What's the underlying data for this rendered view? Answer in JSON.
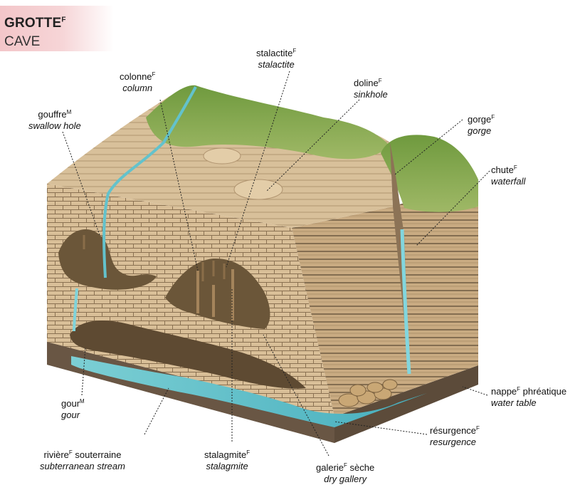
{
  "title": {
    "fr": "GROTTE",
    "gender": "F",
    "en": "CAVE"
  },
  "labels": {
    "stalactite": {
      "fr": "stalactite",
      "g": "F",
      "en": "stalactite"
    },
    "colonne": {
      "fr": "colonne",
      "g": "F",
      "en": "column"
    },
    "doline": {
      "fr": "doline",
      "g": "F",
      "en": "sinkhole"
    },
    "gouffre": {
      "fr": "gouffre",
      "g": "M",
      "en": "swallow hole"
    },
    "gorge": {
      "fr": "gorge",
      "g": "F",
      "en": "gorge"
    },
    "chute": {
      "fr": "chute",
      "g": "F",
      "en": "waterfall"
    },
    "nappe": {
      "fr": "nappe",
      "g": "F",
      "fr2": " phréatique",
      "en": "water table"
    },
    "gour": {
      "fr": "gour",
      "g": "M",
      "en": "gour"
    },
    "resurgence": {
      "fr": "résurgence",
      "g": "F",
      "en": "resurgence"
    },
    "riviere": {
      "fr": "rivière",
      "g": "F",
      "fr2": " souterraine",
      "en": "subterranean stream"
    },
    "stalagmite": {
      "fr": "stalagmite",
      "g": "F",
      "en": "stalagmite"
    },
    "galerie": {
      "fr": "galerie",
      "g": "F",
      "fr2": " sèche",
      "en": "dry gallery"
    }
  }
}
